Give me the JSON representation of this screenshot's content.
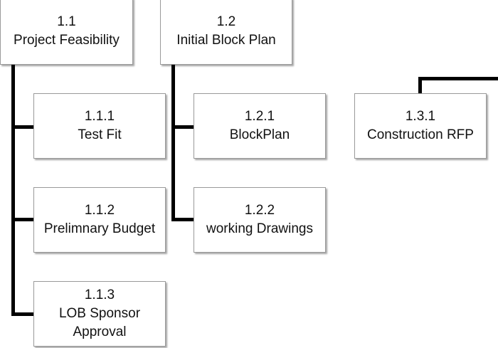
{
  "nodes": {
    "n1_1": {
      "id": "1.1",
      "label": "Project Feasibility"
    },
    "n1_2": {
      "id": "1.2",
      "label": "Initial Block Plan"
    },
    "n1_1_1": {
      "id": "1.1.1",
      "label": "Test Fit"
    },
    "n1_1_2": {
      "id": "1.1.2",
      "label": "Prelimnary Budget"
    },
    "n1_1_3": {
      "id": "1.1.3",
      "label_line1": "LOB Sponsor",
      "label_line2": "Approval"
    },
    "n1_2_1": {
      "id": "1.2.1",
      "label": "BlockPlan"
    },
    "n1_2_2": {
      "id": "1.2.2",
      "label": "working Drawings"
    },
    "n1_3_1": {
      "id": "1.3.1",
      "label": "Construction RFP"
    }
  }
}
